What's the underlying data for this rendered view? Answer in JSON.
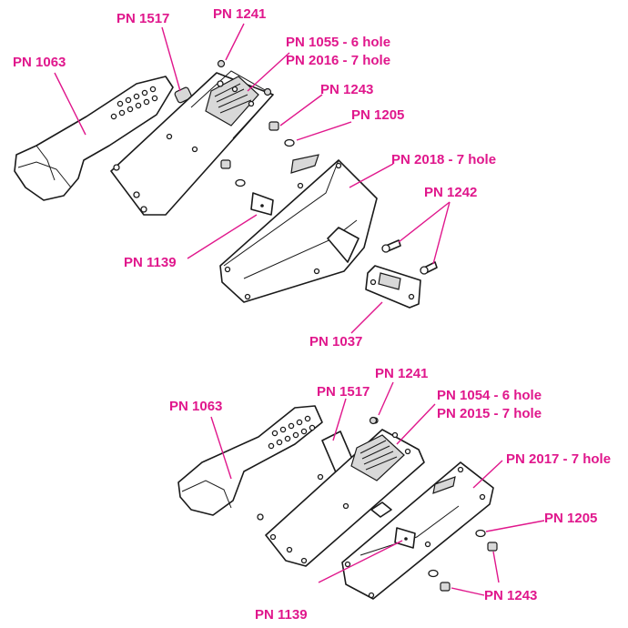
{
  "accent_color": "#e0178c",
  "top_assembly": {
    "labels": {
      "pn1063": "PN 1063",
      "pn1517": "PN 1517",
      "pn1241": "PN 1241",
      "pn1055": "PN 1055 - 6 hole",
      "pn2016": "PN 2016 - 7 hole",
      "pn1243": "PN 1243",
      "pn1205": "PN 1205",
      "pn2018": "PN 2018 - 7 hole",
      "pn1242": "PN 1242",
      "pn1139": "PN 1139",
      "pn1037": "PN 1037"
    }
  },
  "bottom_assembly": {
    "labels": {
      "pn1241": "PN 1241",
      "pn1517": "PN 1517",
      "pn1063": "PN 1063",
      "pn1054": "PN 1054 - 6 hole",
      "pn2015": "PN 2015 - 7 hole",
      "pn2017": "PN 2017 - 7 hole",
      "pn1205": "PN 1205",
      "pn1243": "PN 1243",
      "pn1139": "PN 1139"
    }
  }
}
